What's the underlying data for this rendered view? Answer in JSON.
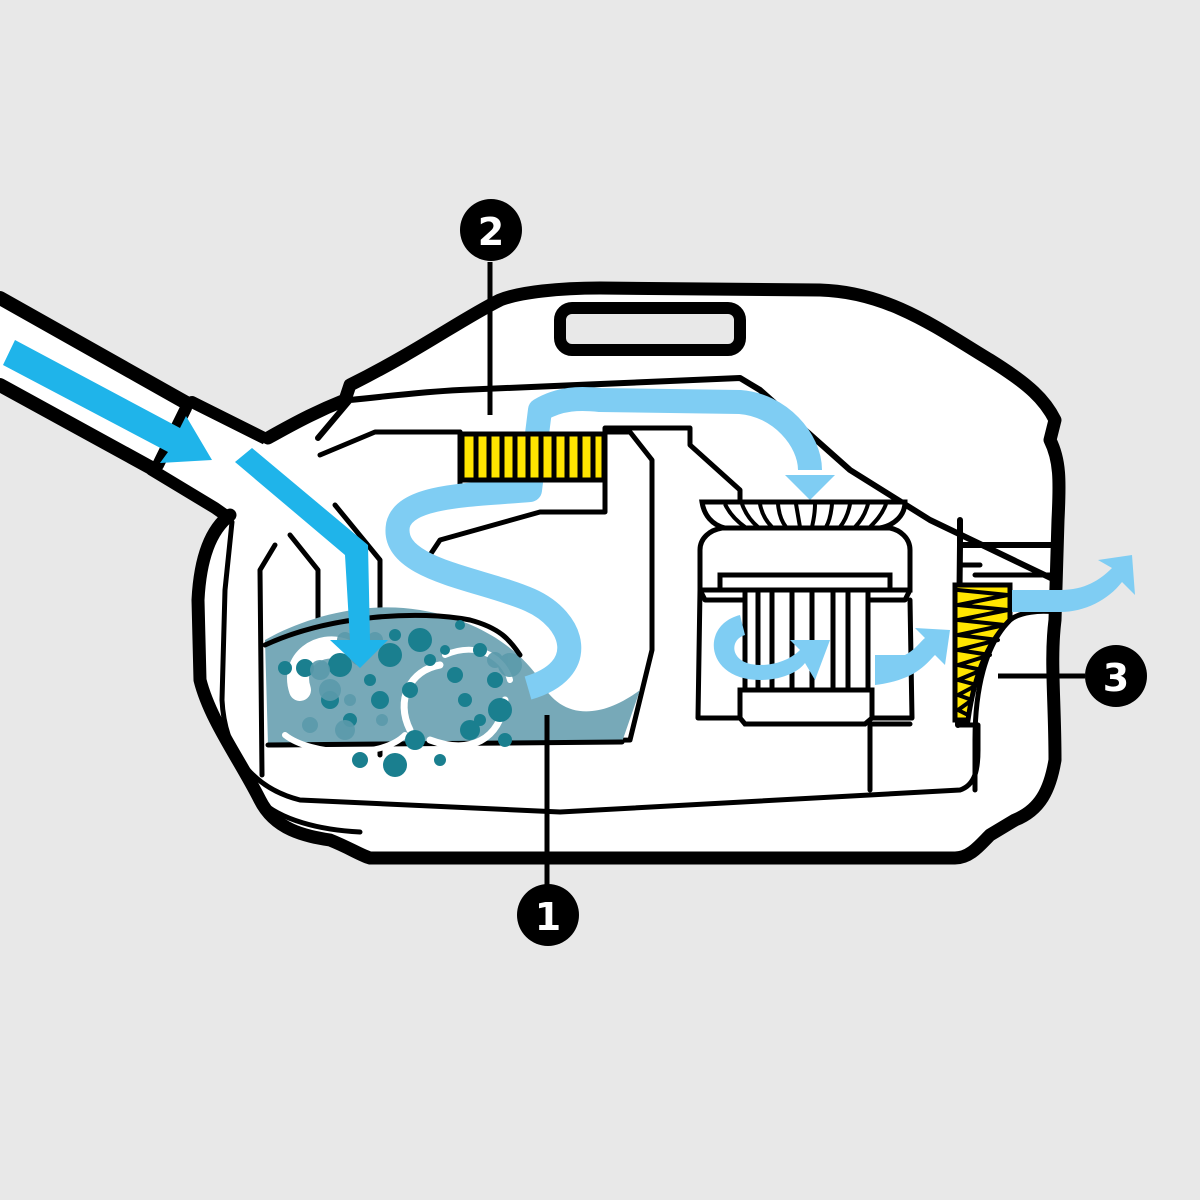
{
  "diagram": {
    "title": "Water-filter vacuum cleaner airflow cross-section",
    "background_color": "#e8e8e8",
    "colors": {
      "outline": "#000000",
      "body_fill": "#ffffff",
      "dirty_air_flow": "#1fb4ea",
      "clean_air_flow": "#7fcdf3",
      "water": "#77a9b8",
      "dirt_particles": "#1a7f8f",
      "filter_yellow": "#ffe500",
      "badge_fill": "#000000",
      "badge_text": "#ffffff"
    },
    "callouts": [
      {
        "id": "1",
        "label": "1",
        "component": "water filter basin"
      },
      {
        "id": "2",
        "label": "2",
        "component": "intermediate filter"
      },
      {
        "id": "3",
        "label": "3",
        "component": "exhaust filter"
      }
    ],
    "components": [
      "suction hose",
      "hose connector",
      "water tank with swirling dirt particles",
      "intermediate filter (yellow pleated)",
      "motor fan",
      "motor with cylindrical filter",
      "exhaust filter (yellow zig-zag)",
      "carry handle"
    ],
    "flows": [
      {
        "name": "dirty-air-inlet",
        "direction": "down-right into water"
      },
      {
        "name": "air-through-water-s-curve",
        "direction": "up through filter 2"
      },
      {
        "name": "air-to-motor",
        "direction": "right and down into fan"
      },
      {
        "name": "air-around-motor",
        "direction": "curving right"
      },
      {
        "name": "air-to-exhaust",
        "direction": "right through filter 3"
      },
      {
        "name": "clean-air-out",
        "direction": "up-right out of device"
      }
    ]
  }
}
